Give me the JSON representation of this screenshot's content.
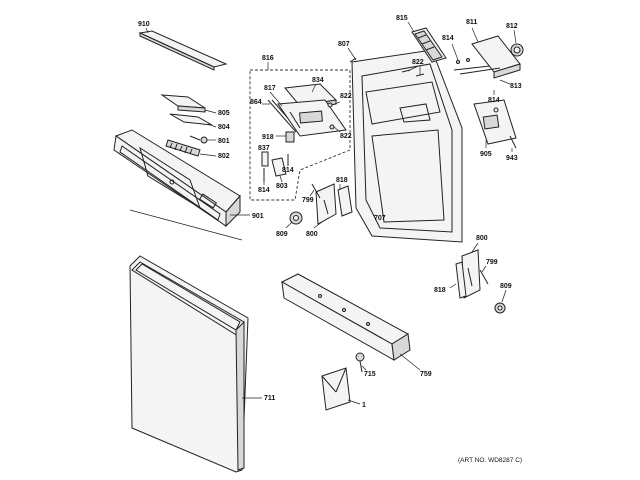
{
  "callouts": {
    "c910": "910",
    "c805": "805",
    "c804": "804",
    "c801": "801",
    "c802": "802",
    "c901": "901",
    "c816": "816",
    "c817": "817",
    "c834": "834",
    "c864": "864",
    "c822a": "822",
    "c822b": "822",
    "c822c": "822",
    "c918": "918",
    "c837": "837",
    "c814a": "814",
    "c814b": "814",
    "c814c": "814",
    "c803": "803",
    "c807": "807",
    "c815": "815",
    "c811": "811",
    "c812": "812",
    "c813": "813",
    "c905": "905",
    "c943": "943",
    "c818a": "818",
    "c818b": "818",
    "c799a": "799",
    "c799b": "799",
    "c707": "707",
    "c809a": "809",
    "c809b": "809",
    "c800a": "800",
    "c800b": "800",
    "c711": "711",
    "c715": "715",
    "c759": "759",
    "c1": "1"
  },
  "art_number": "(ART NO. WD8287 C)"
}
